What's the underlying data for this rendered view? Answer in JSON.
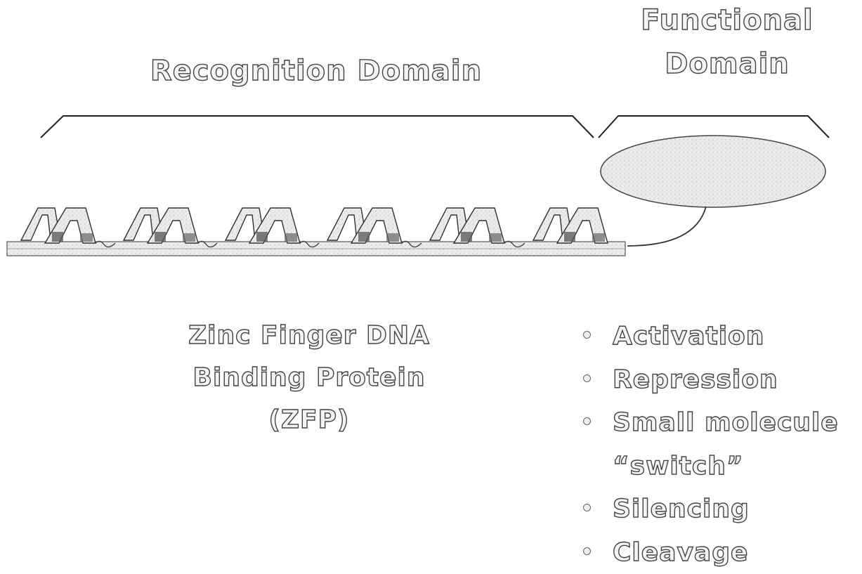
{
  "recognition_domain": {
    "title": "Recognition Domain"
  },
  "functional_domain": {
    "title_line1": "Functional",
    "title_line2": "Domain"
  },
  "zfp": {
    "line1": "Zinc Finger DNA",
    "line2": "Binding Protein",
    "line3": "(ZFP)"
  },
  "functions": [
    "Activation",
    "Repression",
    "Small molecule",
    "Silencing",
    "Cleavage"
  ],
  "functions_continuation": "“switch”",
  "colors": {
    "stroke": "#333333",
    "fill": "#e6e6e6",
    "text_outline": "#444444"
  }
}
